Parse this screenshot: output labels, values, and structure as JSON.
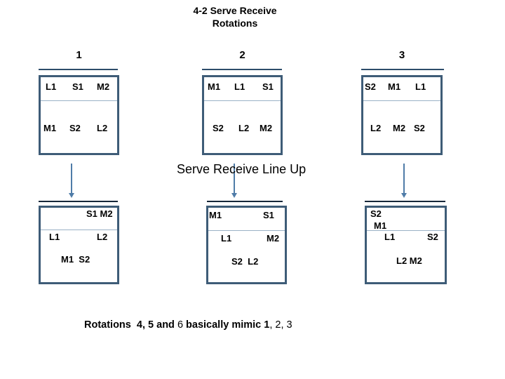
{
  "slide": {
    "title_line1": "4-2 Serve Receive",
    "title_line2": "Rotations",
    "section_heading": "Serve Receive Line Up"
  },
  "rotations": [
    {
      "number": "1",
      "front_row": [
        "L1",
        "S1",
        "M2"
      ],
      "back_row": [
        "M1",
        "S2",
        "L2"
      ]
    },
    {
      "number": "2",
      "front_row": [
        "M1",
        "L1",
        "S1"
      ],
      "back_row": [
        "S2",
        "L2",
        "M2"
      ]
    },
    {
      "number": "3",
      "front_row": [
        "S2",
        "M1",
        "L1"
      ],
      "back_row": [
        "L2",
        "M2",
        "S2"
      ]
    }
  ],
  "lineups": [
    {
      "front_right": "S1 M2",
      "left": "L1",
      "right": "L2",
      "back_center": "M1  S2"
    },
    {
      "front_left": "M1",
      "front_right": "S1",
      "left": "L1",
      "right": "M2",
      "back_center": "S2  L2"
    },
    {
      "front_left": "S2",
      "front_left2": "M1",
      "left": "L1",
      "right": "S2",
      "back_center": "L2 M2"
    }
  ],
  "caption": {
    "segments": [
      {
        "text": "Rotations  4, 5 and ",
        "bold": true
      },
      {
        "text": "6",
        "bold": false
      },
      {
        "text": " basically mimic 1",
        "bold": true
      },
      {
        "text": ", 2, 3",
        "bold": false
      }
    ]
  },
  "colors": {
    "court_border": "#3e5c77",
    "net_divider": "#9ab1c6",
    "label_underline": "#2e4d6b",
    "lineup_topline": "#17283a",
    "arrow": "#4f7ca8",
    "text": "#000000"
  }
}
